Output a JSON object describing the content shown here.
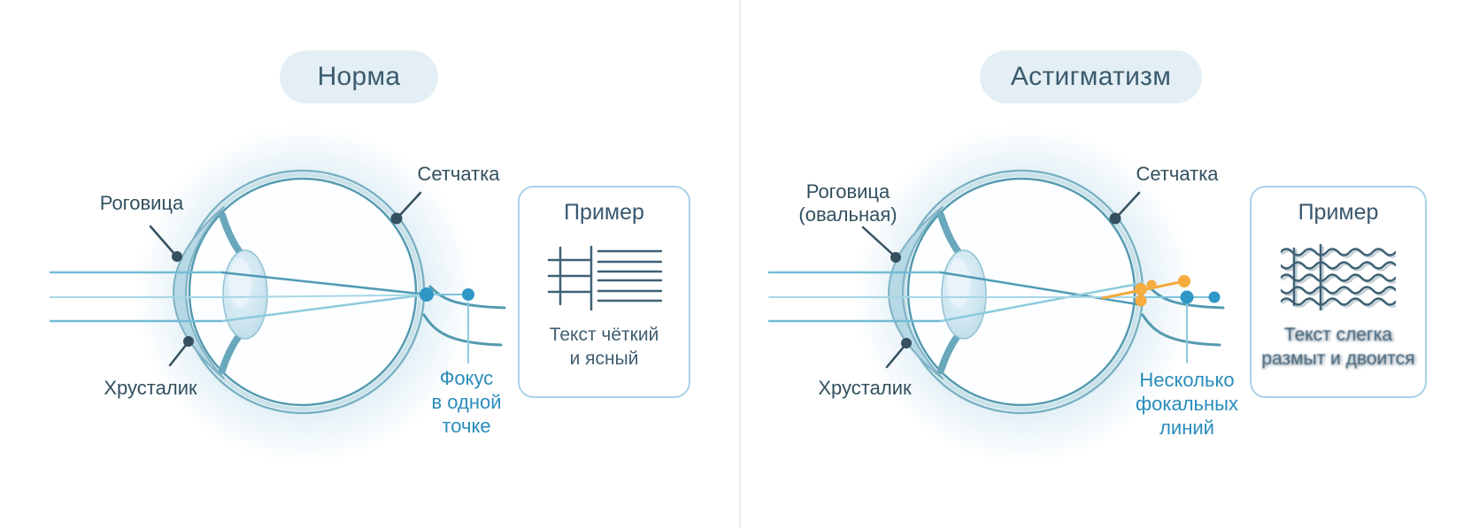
{
  "colors": {
    "accent_blue": "#2e97c6",
    "accent_orange": "#f3a93c",
    "label_dark": "#32505f",
    "label_blue": "#2a8cbc",
    "pill_bg": "#e3eff5",
    "card_border": "#a9d2e6",
    "eye_teal": "#549ab0"
  },
  "panels": [
    {
      "id": "normal",
      "title": "Норма",
      "labels": {
        "cornea": "Роговица",
        "retina": "Сетчатка",
        "lens": "Хрусталик",
        "focus": "Фокус\nв одной\nточке"
      },
      "example": {
        "title": "Пример",
        "caption": "Текст чёткий\nи ясный",
        "icon": "clear-text-lines-icon"
      }
    },
    {
      "id": "astigmatism",
      "title": "Астигматизм",
      "labels": {
        "cornea": "Роговица\n(овальная)",
        "retina": "Сетчатка",
        "lens": "Хрусталик",
        "focus": "Несколько\nфокальных\nлиний"
      },
      "example": {
        "title": "Пример",
        "caption": "Текст слегка\nразмыт и двоится",
        "icon": "blurred-wavy-lines-icon"
      }
    }
  ]
}
